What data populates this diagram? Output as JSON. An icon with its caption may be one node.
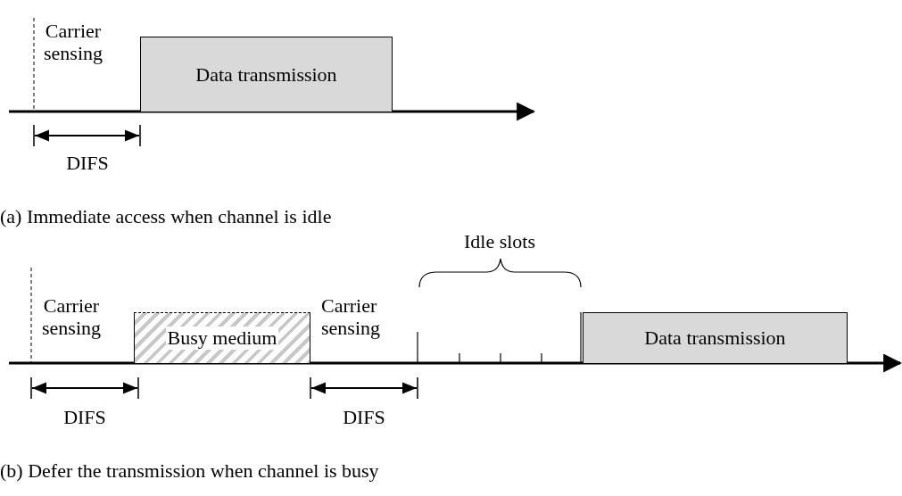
{
  "diagram": {
    "nodes": [
      {
        "text": [
          "Data transmission"
        ]
      },
      {
        "text": [
          "Busy medium"
        ]
      },
      {
        "text": [
          "Data transmission"
        ]
      }
    ],
    "labels": [
      "Carrier sensing",
      "DIFS",
      "(a) Immediate access when channel is idle",
      "Idle slots",
      "Carrier sensing",
      "Carrier sensing",
      "DIFS",
      "DIFS",
      "(b) Defer the transmission when channel is busy"
    ]
  }
}
